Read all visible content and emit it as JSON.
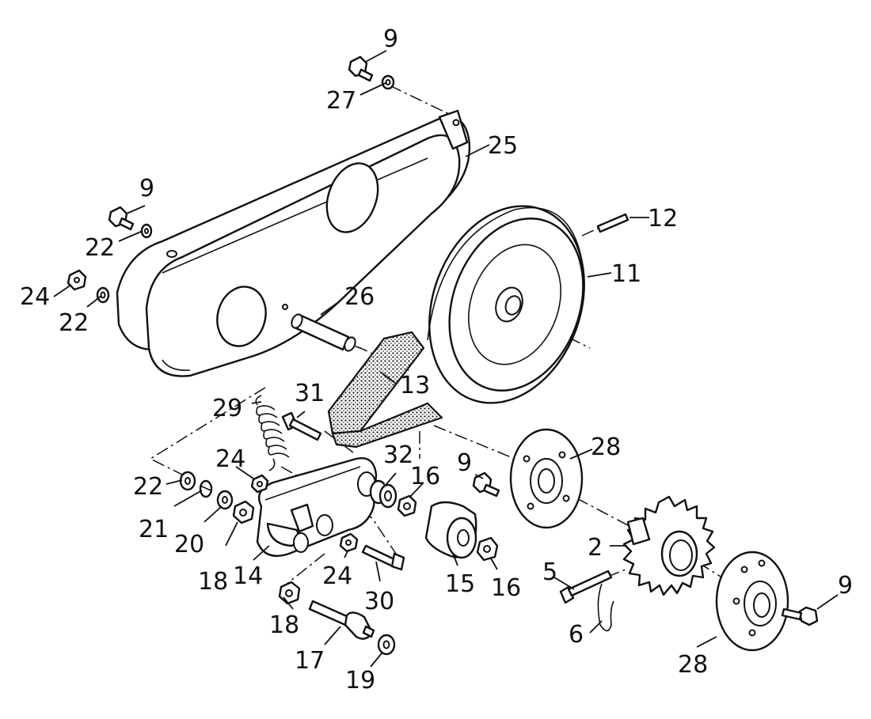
{
  "labels": {
    "l2": "2",
    "l5": "5",
    "l6": "6",
    "l9a": "9",
    "l9b": "9",
    "l9c": "9",
    "l9d": "9",
    "l11": "11",
    "l12": "12",
    "l13": "13",
    "l14": "14",
    "l15": "15",
    "l16a": "16",
    "l16b": "16",
    "l17": "17",
    "l18a": "18",
    "l18b": "18",
    "l19": "19",
    "l20": "20",
    "l21": "21",
    "l22a": "22",
    "l22b": "22",
    "l22c": "22",
    "l24a": "24",
    "l24b": "24",
    "l24c": "24",
    "l25": "25",
    "l26": "26",
    "l27": "27",
    "l28a": "28",
    "l28b": "28",
    "l29": "29",
    "l30": "30",
    "l31": "31",
    "l32": "32"
  }
}
